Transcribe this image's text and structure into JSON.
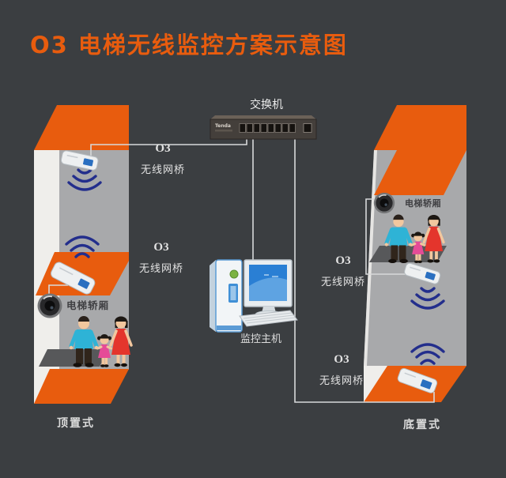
{
  "title": "O3 电梯无线监控方案示意图",
  "network": {
    "switch_label": "交换机",
    "switch_brand": "Tenda",
    "host_label": "监控主机"
  },
  "bridge_labels": [
    {
      "model": "O3",
      "name": "无线网桥"
    },
    {
      "model": "O3",
      "name": "无线网桥"
    },
    {
      "model": "O3",
      "name": "无线网桥"
    },
    {
      "model": "O3",
      "name": "无线网桥"
    }
  ],
  "left_shaft": {
    "car_label": "电梯轿厢",
    "mount_type": "顶置式"
  },
  "right_shaft": {
    "car_label": "电梯轿厢",
    "mount_type": "底置式"
  },
  "colors": {
    "background": "#3b3e41",
    "accent_orange": "#e85c0e",
    "wifi_blue": "#232e8c",
    "shaft_gray": "#a8a9ab",
    "cable_white": "#d8d9da"
  }
}
